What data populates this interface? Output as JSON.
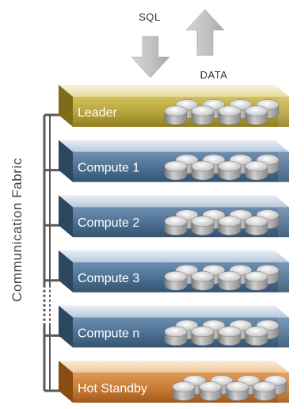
{
  "arrows": {
    "sql_label": "SQL",
    "data_label": "DATA"
  },
  "fabric_label": "Communication Fabric",
  "nodes": [
    {
      "label": "Leader",
      "kind": "leader",
      "disks": 4
    },
    {
      "label": "Compute 1",
      "kind": "compute",
      "disks": 4
    },
    {
      "label": "Compute 2",
      "kind": "compute",
      "disks": 4
    },
    {
      "label": "Compute 3",
      "kind": "compute",
      "disks": 4
    },
    {
      "label": "Compute n",
      "kind": "compute",
      "disks": 4
    },
    {
      "label": "Hot Standby",
      "kind": "standby",
      "disks": 4
    }
  ],
  "colors": {
    "leader": "#b9a63a",
    "compute": "#4b6f92",
    "standby": "#c87a33",
    "arrow": "#bdbdbd",
    "fabric_line": "#595959",
    "label_text": "#ffffff",
    "outer_text": "#333333"
  }
}
